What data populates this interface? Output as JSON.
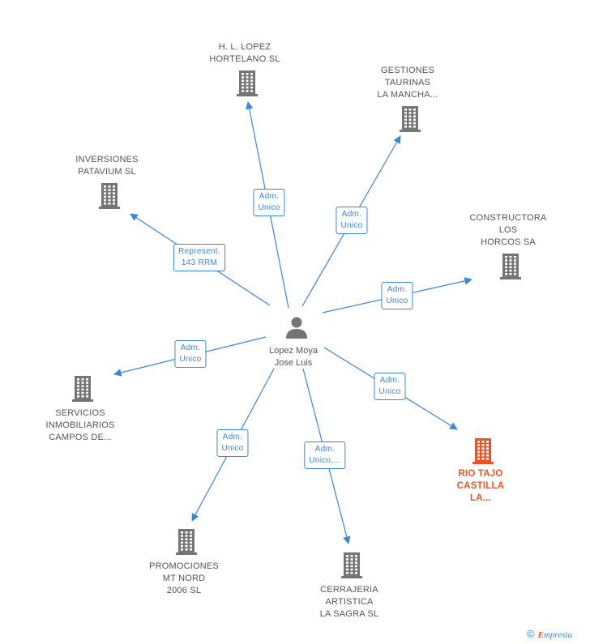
{
  "colors": {
    "edge": "#3b86d6",
    "company": "#757575",
    "highlight": "#e8552a",
    "person": "#757575"
  },
  "center": {
    "name": "Lopez Moya\nJose Luis",
    "icon": "person-icon"
  },
  "nodes": [
    {
      "id": "lopez-hortelano",
      "label": "H.  L. LOPEZ\nHORTELANO SL",
      "edge_label": "Adm.\nUnico",
      "highlight": false,
      "icon": "building-icon"
    },
    {
      "id": "gestiones-taurinas",
      "label": "GESTIONES\nTAURINAS\nLA MANCHA...",
      "edge_label": "Adm.\nUnico",
      "highlight": false,
      "icon": "building-icon"
    },
    {
      "id": "inversiones-patavium",
      "label": "INVERSIONES\nPATAVIUM SL",
      "edge_label": "Represent.\n143 RRM",
      "highlight": false,
      "icon": "building-icon"
    },
    {
      "id": "constructora-horcos",
      "label": "CONSTRUCTORA\nLOS\nHORCOS SA",
      "edge_label": "Adm.\nUnico",
      "highlight": false,
      "icon": "building-icon"
    },
    {
      "id": "servicios-inmobiliarios",
      "label": "SERVICIOS\nINMOBILIARIOS\nCAMPOS DE...",
      "edge_label": "Adm.\nUnico",
      "highlight": false,
      "icon": "building-icon"
    },
    {
      "id": "rio-tajo",
      "label": "RIO TAJO\nCASTILLA\nLA...",
      "edge_label": "Adm.\nUnico",
      "highlight": true,
      "icon": "building-icon"
    },
    {
      "id": "promociones-mt-nord",
      "label": "PROMOCIONES\nMT NORD\n2006 SL",
      "edge_label": "Adm.\nUnico",
      "highlight": false,
      "icon": "building-icon"
    },
    {
      "id": "cerrajeria-artistica",
      "label": "CERRAJERIA\nARTISTICA\nLA SAGRA SL",
      "edge_label": "Adm.\nUnico,...",
      "highlight": false,
      "icon": "building-icon"
    }
  ],
  "brand": {
    "symbol": "©",
    "initial": "E",
    "rest": "mpresia"
  }
}
